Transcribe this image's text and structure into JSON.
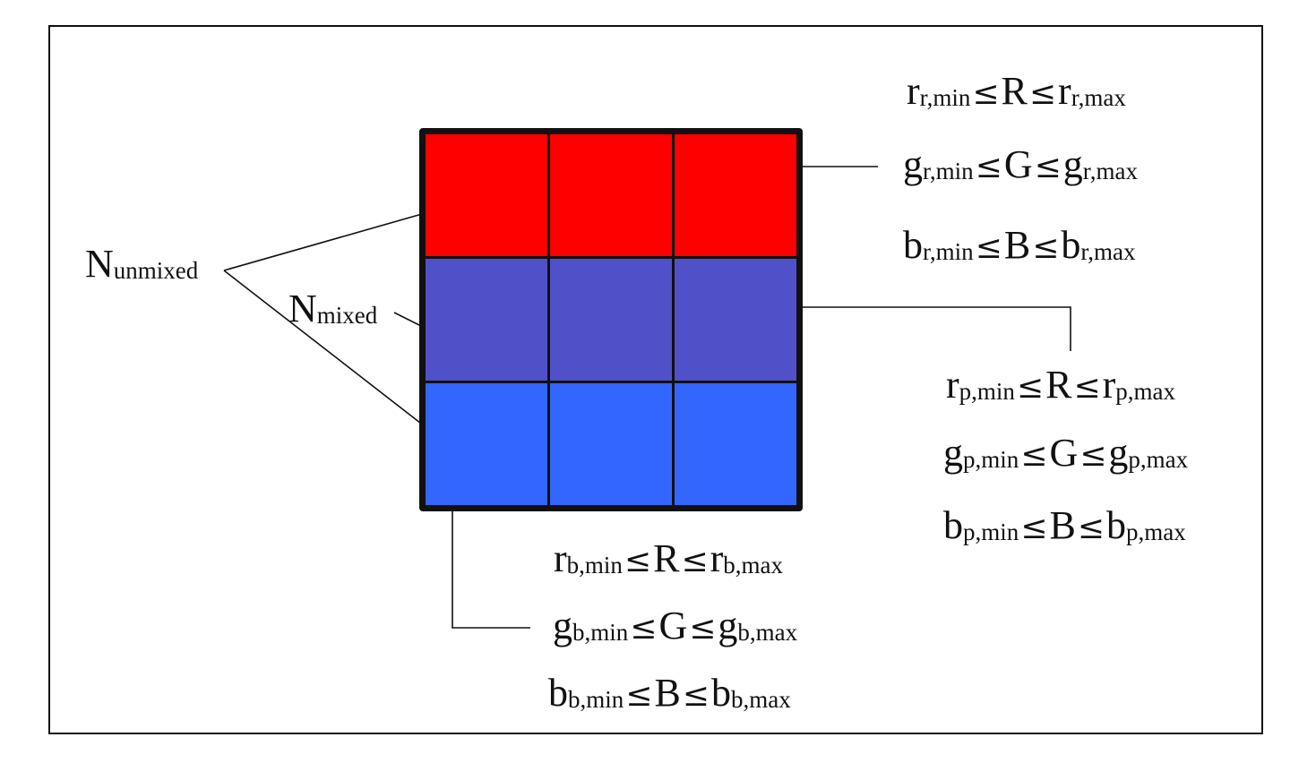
{
  "colors": {
    "red": "#ff0000",
    "purple": "#5050c8",
    "blue": "#3366ff",
    "border": "#111111"
  },
  "grid": {
    "rows": [
      {
        "name": "red",
        "color": "#ff0000"
      },
      {
        "name": "purple",
        "color": "#5050c8"
      },
      {
        "name": "blue",
        "color": "#3366ff"
      }
    ],
    "columns": 3
  },
  "labels": {
    "unmixed": {
      "main": "N",
      "sub": "unmixed"
    },
    "mixed": {
      "main": "N",
      "sub": "mixed"
    }
  },
  "relation_symbol": "≤",
  "equations": {
    "red": [
      {
        "var": "r",
        "lo_sub": "r,min",
        "mid": "R",
        "hi_var": "r",
        "hi_sub": "r,max"
      },
      {
        "var": "g",
        "lo_sub": "r,min",
        "mid": "G",
        "hi_var": "g",
        "hi_sub": "r,max"
      },
      {
        "var": "b",
        "lo_sub": "r,min",
        "mid": "B",
        "hi_var": "b",
        "hi_sub": "r,max"
      }
    ],
    "purple": [
      {
        "var": "r",
        "lo_sub": "p,min",
        "mid": "R",
        "hi_var": "r",
        "hi_sub": "p,max"
      },
      {
        "var": "g",
        "lo_sub": "p,min",
        "mid": "G",
        "hi_var": "g",
        "hi_sub": "p,max"
      },
      {
        "var": "b",
        "lo_sub": "p,min",
        "mid": "B",
        "hi_var": "b",
        "hi_sub": "p,max"
      }
    ],
    "blue": [
      {
        "var": "r",
        "lo_sub": "b,min",
        "mid": "R",
        "hi_var": "r",
        "hi_sub": "b,max"
      },
      {
        "var": "g",
        "lo_sub": "b,min",
        "mid": "G",
        "hi_var": "g",
        "hi_sub": "b,max"
      },
      {
        "var": "b",
        "lo_sub": "b,min",
        "mid": "B",
        "hi_var": "b",
        "hi_sub": "b,max"
      }
    ]
  }
}
